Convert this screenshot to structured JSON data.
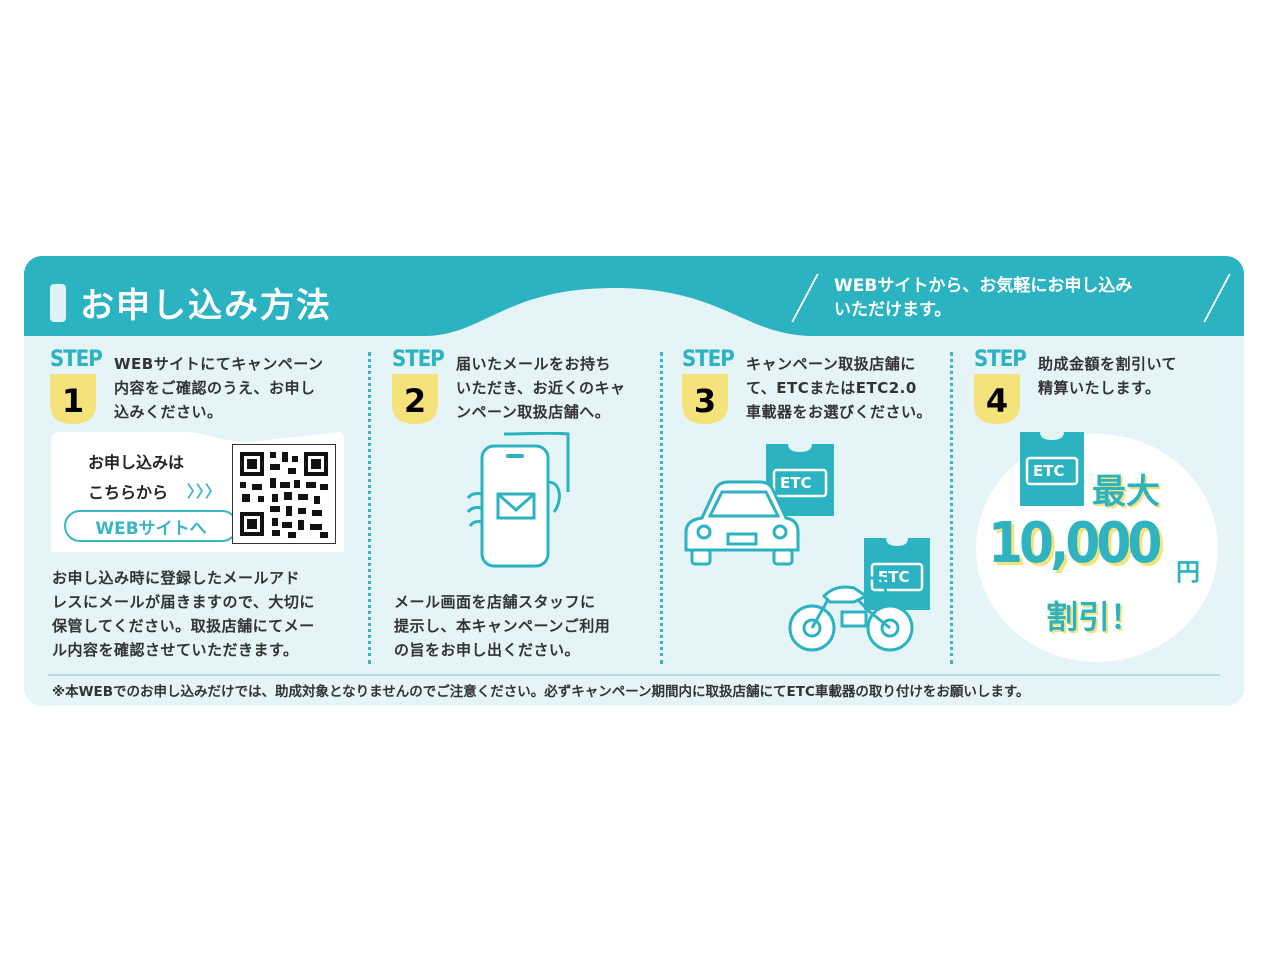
{
  "header": {
    "title": "お申し込み方法",
    "note_line1": "WEBサイトから、お気軽にお申し込み",
    "note_line2": "いただけます。"
  },
  "steps": [
    {
      "label": "STEP",
      "number": "1",
      "text_lines": [
        "WEBサイトにてキャンペーン",
        "内容をご確認のうえ、お申し",
        "込みください。"
      ],
      "qr_line1": "お申し込みは",
      "qr_line2": "こちらから",
      "qr_arrows": "〉〉〉",
      "button_label": "WEBサイトへ",
      "bottom_lines": [
        "お申し込み時に登録したメールアド",
        "レスにメールが届きますので、大切に",
        "保管してください。取扱店舗にてメー",
        "ル内容を確認させていただきます。"
      ]
    },
    {
      "label": "STEP",
      "number": "2",
      "text_lines": [
        "届いたメールをお持ち",
        "いただき、お近くのキャ",
        "ンペーン取扱店舗へ。"
      ],
      "bottom_lines": [
        "メール画面を店舗スタッフに",
        "提示し、本キャンペーンご利用",
        "の旨をお申し出ください。"
      ]
    },
    {
      "label": "STEP",
      "number": "3",
      "text_lines": [
        "キャンペーン取扱店舗に",
        "て、ETCまたはETC2.0",
        "車載器をお選びください。"
      ],
      "etc_label": "ETC"
    },
    {
      "label": "STEP",
      "number": "4",
      "text_lines": [
        "助成金額を割引いて",
        "精算いたします。"
      ],
      "etc_label": "ETC",
      "max_label": "最大",
      "amount": "10,000",
      "unit": "円",
      "discount": "割引！"
    }
  ],
  "footer_note": "※本WEBでのお申し込みだけでは、助成対象となりませんのでご注意ください。必ずキャンペーン期間内に取扱店舗にてETC車載器の取り付けをお願いします。",
  "colors": {
    "teal": "#2bb3c2",
    "panel": "#e5f4f7",
    "yellow": "#f6e27a"
  }
}
